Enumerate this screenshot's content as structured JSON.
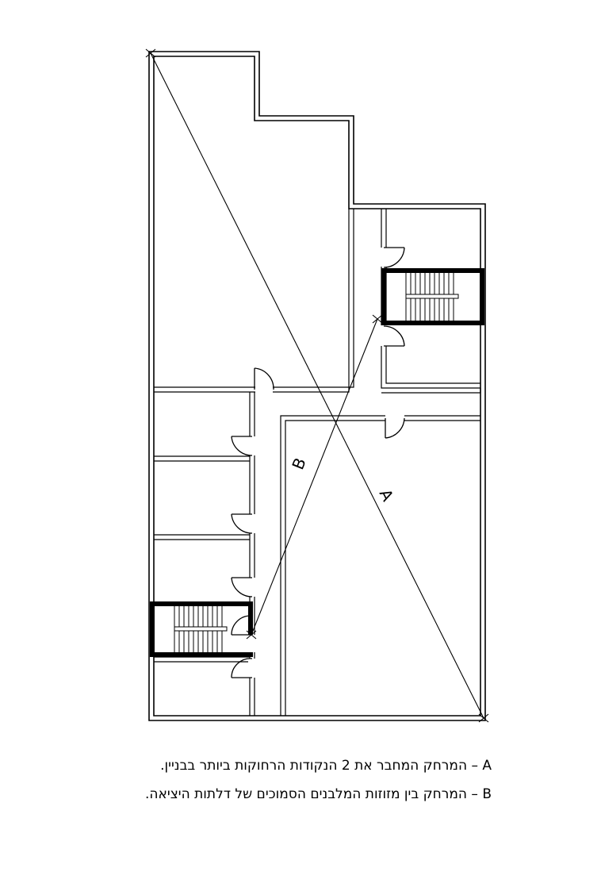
{
  "diagram": {
    "distance_labels": {
      "a": "A",
      "b": "B"
    }
  },
  "legend": {
    "a": "A – המרחק המחבר את 2 הנקודות הרחוקות ביותר בבניין.",
    "b": "B – המרחק בין מזוזות המלבנים הסמוכים של דלתות היציאה."
  }
}
